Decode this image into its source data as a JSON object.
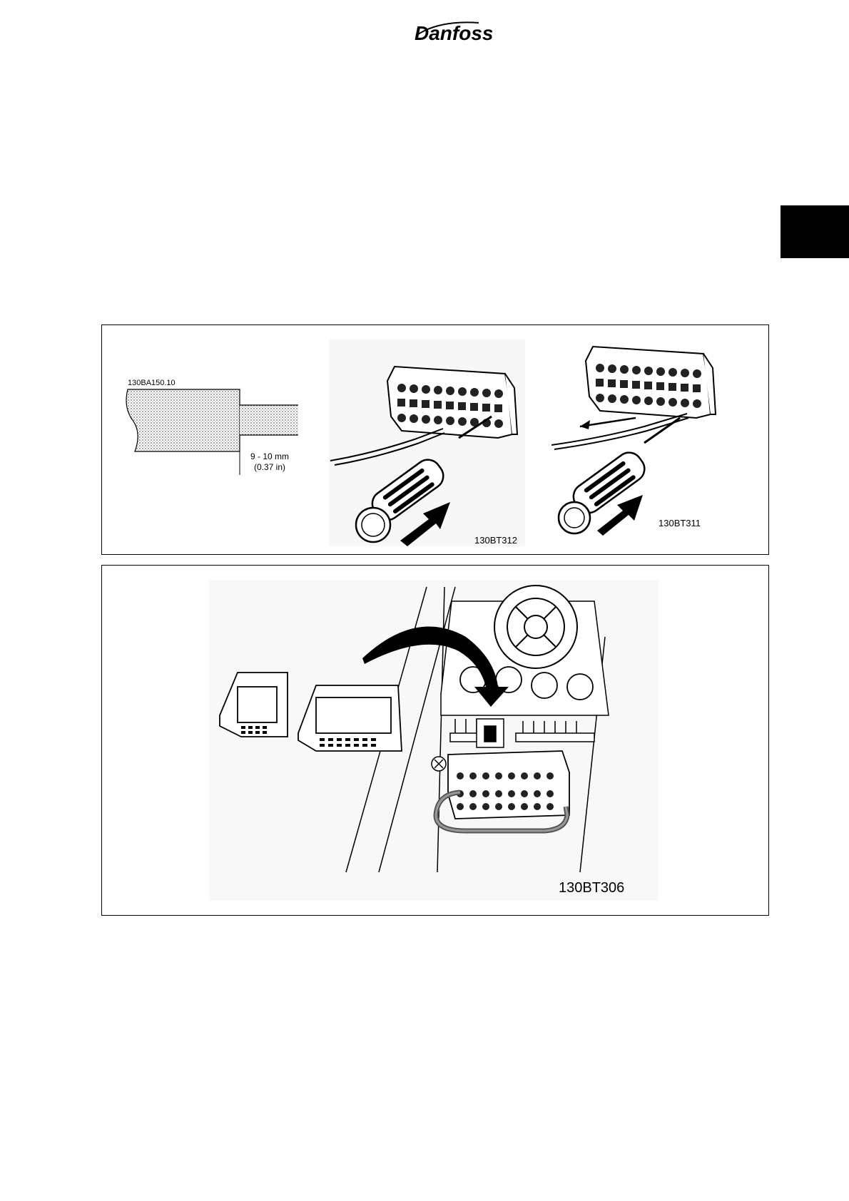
{
  "header": {
    "brand": "Danfoss"
  },
  "figure_wire_strip": {
    "ref_code": "130BA150.10",
    "dim_mm": "9 - 10 mm",
    "dim_in": "(0.37 in)"
  },
  "figure_wire_insert": {
    "ref_code": "130BT312"
  },
  "figure_wire_remove": {
    "ref_code": "130BT311"
  },
  "figure_jumper": {
    "ref_code": "130BT306"
  }
}
